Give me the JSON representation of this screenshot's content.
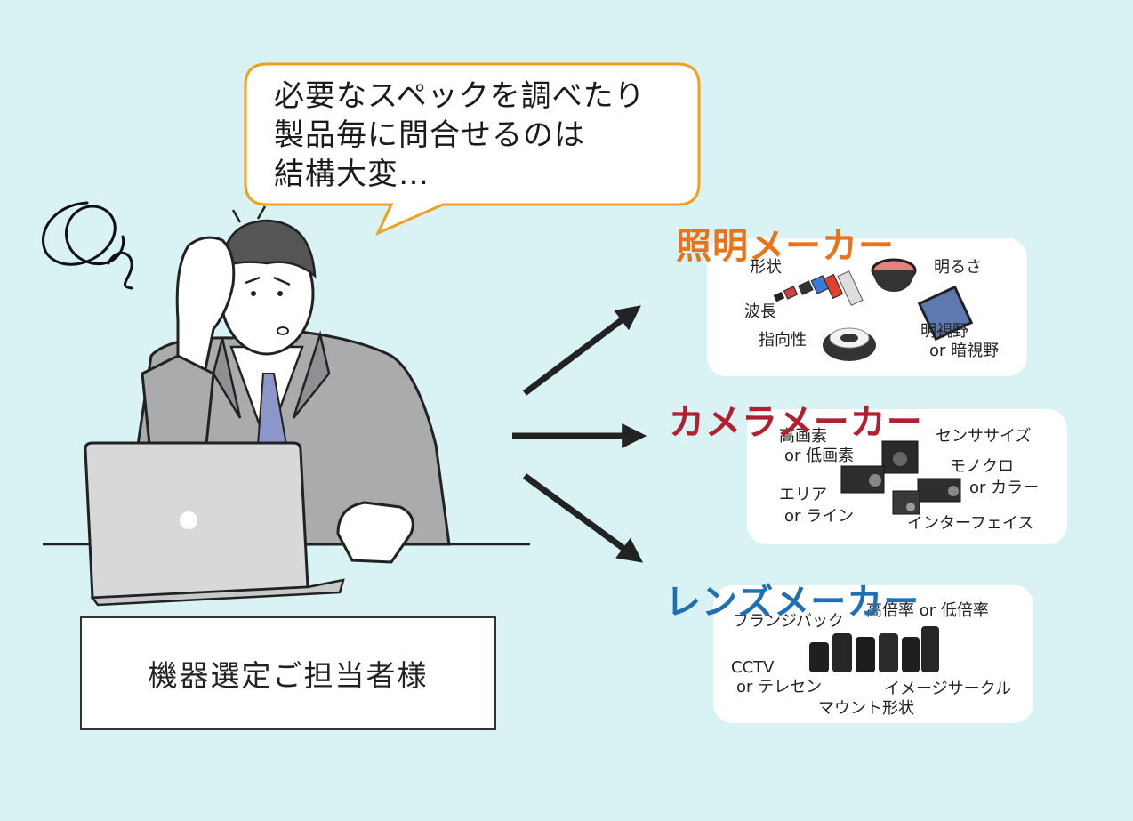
{
  "speech_bubble": {
    "lines": [
      "必要なスペックを調べたり",
      "製品毎に問合せるのは",
      "結構大変…"
    ]
  },
  "person_label": "機器選定ご担当者様",
  "makers": {
    "lighting": {
      "title": "照明メーカー",
      "color": "#e8731a",
      "specs": [
        "形状",
        "明るさ",
        "波長",
        "明視野",
        "or 暗視野",
        "指向性"
      ]
    },
    "camera": {
      "title": "カメラメーカー",
      "color": "#b02030",
      "specs": [
        "高画素",
        "or 低画素",
        "センササイズ",
        "モノクロ",
        "or カラー",
        "エリア",
        "or ライン",
        "インターフェイス"
      ]
    },
    "lens": {
      "title": "レンズメーカー",
      "color": "#1e6fb4",
      "specs": [
        "フランジバック",
        "高倍率 or 低倍率",
        "CCTV",
        "or テレセン",
        "イメージサークル",
        "マウント形状"
      ]
    }
  },
  "colors": {
    "background": "#d9f2f3",
    "bubble_border": "#f0a020",
    "card": "#ffffff"
  }
}
